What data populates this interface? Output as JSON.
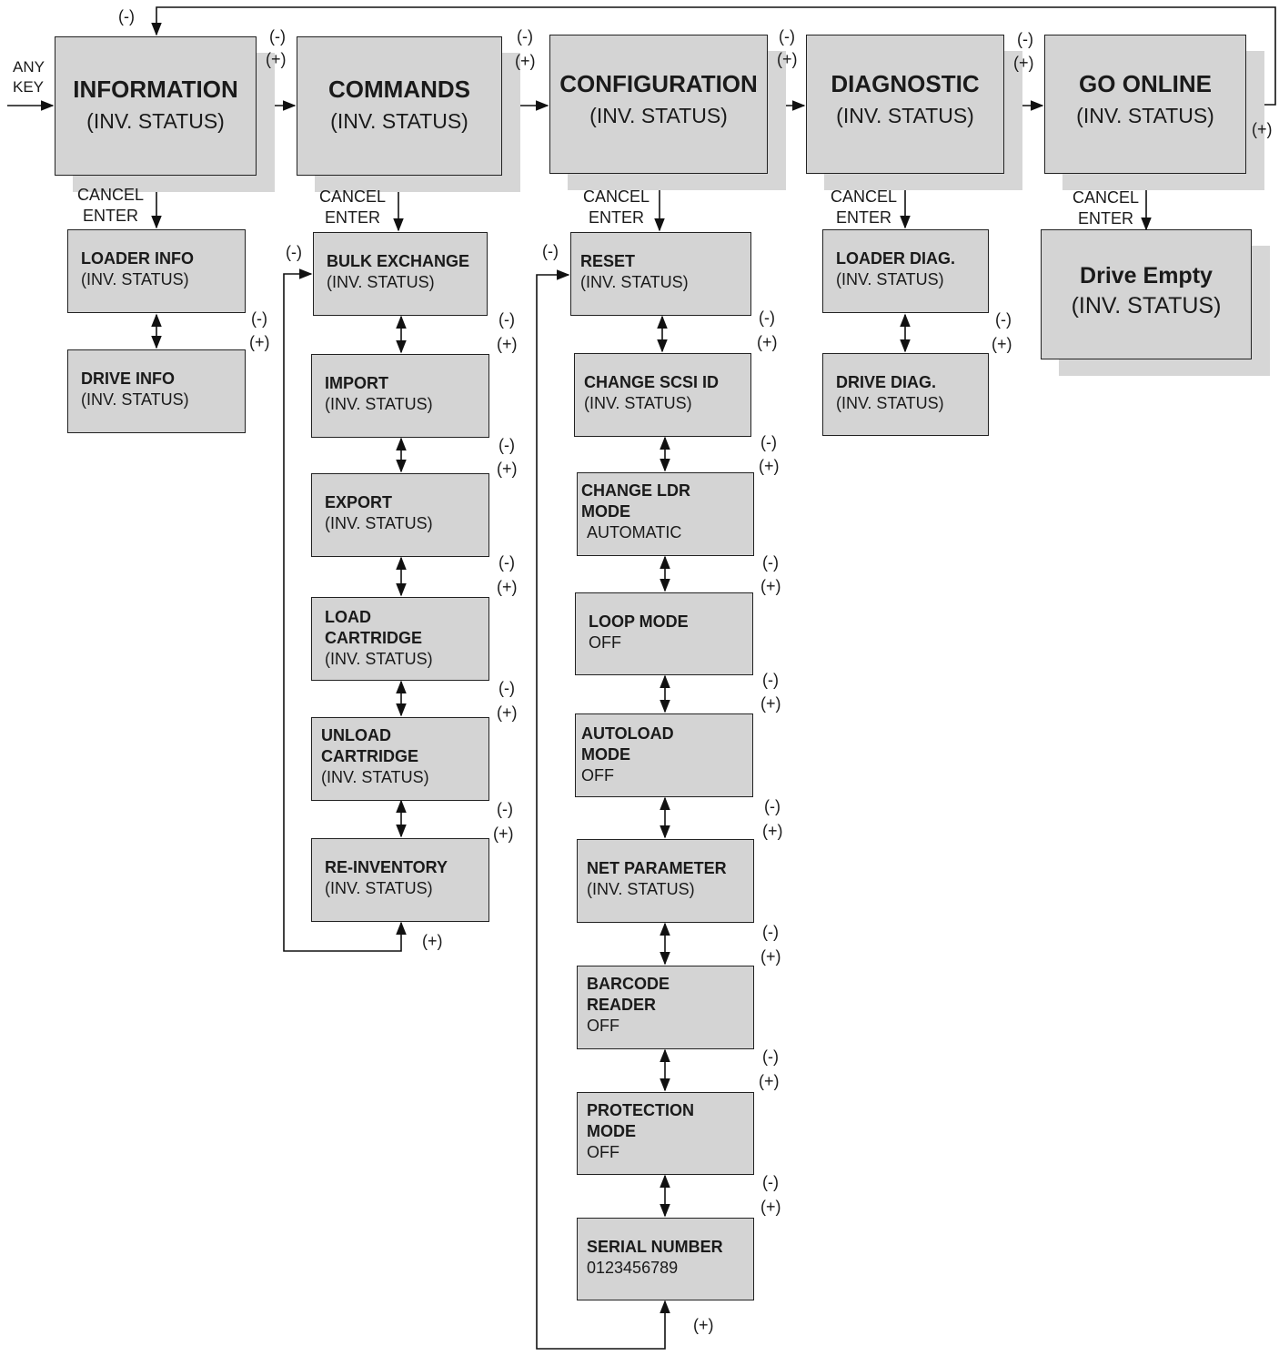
{
  "entry": {
    "line1": "ANY",
    "line2": "KEY"
  },
  "nav": {
    "minus": "(-)",
    "plus": "(+)",
    "cancel": "CANCEL",
    "enter": "ENTER"
  },
  "menus": [
    {
      "title": "INFORMATION",
      "status": "(INV. STATUS)",
      "items": [
        {
          "title": "LOADER INFO",
          "value": "(INV. STATUS)"
        },
        {
          "title": "DRIVE INFO",
          "value": "(INV. STATUS)"
        }
      ]
    },
    {
      "title": "COMMANDS",
      "status": "(INV. STATUS)",
      "items": [
        {
          "title": "BULK EXCHANGE",
          "value": "(INV. STATUS)"
        },
        {
          "title": "IMPORT",
          "value": "(INV. STATUS)"
        },
        {
          "title": "EXPORT",
          "value": "(INV. STATUS)"
        },
        {
          "title": "LOAD\nCARTRIDGE",
          "value": "(INV. STATUS)"
        },
        {
          "title": "UNLOAD\nCARTRIDGE",
          "value": "(INV. STATUS)"
        },
        {
          "title": "RE-INVENTORY",
          "value": "(INV. STATUS)"
        }
      ]
    },
    {
      "title": "CONFIGURATION",
      "status": "(INV. STATUS)",
      "items": [
        {
          "title": "RESET",
          "value": "(INV. STATUS)"
        },
        {
          "title": "CHANGE SCSI ID",
          "value": "(INV. STATUS)"
        },
        {
          "title": "CHANGE LDR\nMODE",
          "value": "AUTOMATIC"
        },
        {
          "title": "LOOP  MODE",
          "value": "OFF"
        },
        {
          "title": "AUTOLOAD\nMODE",
          "value": "OFF"
        },
        {
          "title": "NET PARAMETER",
          "value": "(INV. STATUS)"
        },
        {
          "title": "BARCODE\nREADER",
          "value": "OFF"
        },
        {
          "title": "PROTECTION\nMODE",
          "value": "OFF"
        },
        {
          "title": "SERIAL NUMBER",
          "value": "0123456789"
        }
      ]
    },
    {
      "title": "DIAGNOSTIC",
      "status": "(INV. STATUS)",
      "items": [
        {
          "title": "LOADER DIAG.",
          "value": "(INV. STATUS)"
        },
        {
          "title": "DRIVE DIAG.",
          "value": "(INV. STATUS)"
        }
      ]
    },
    {
      "title": "GO ONLINE",
      "status": "(INV. STATUS)",
      "items": [
        {
          "title": "Drive Empty",
          "value": "(INV. STATUS)"
        }
      ]
    }
  ]
}
